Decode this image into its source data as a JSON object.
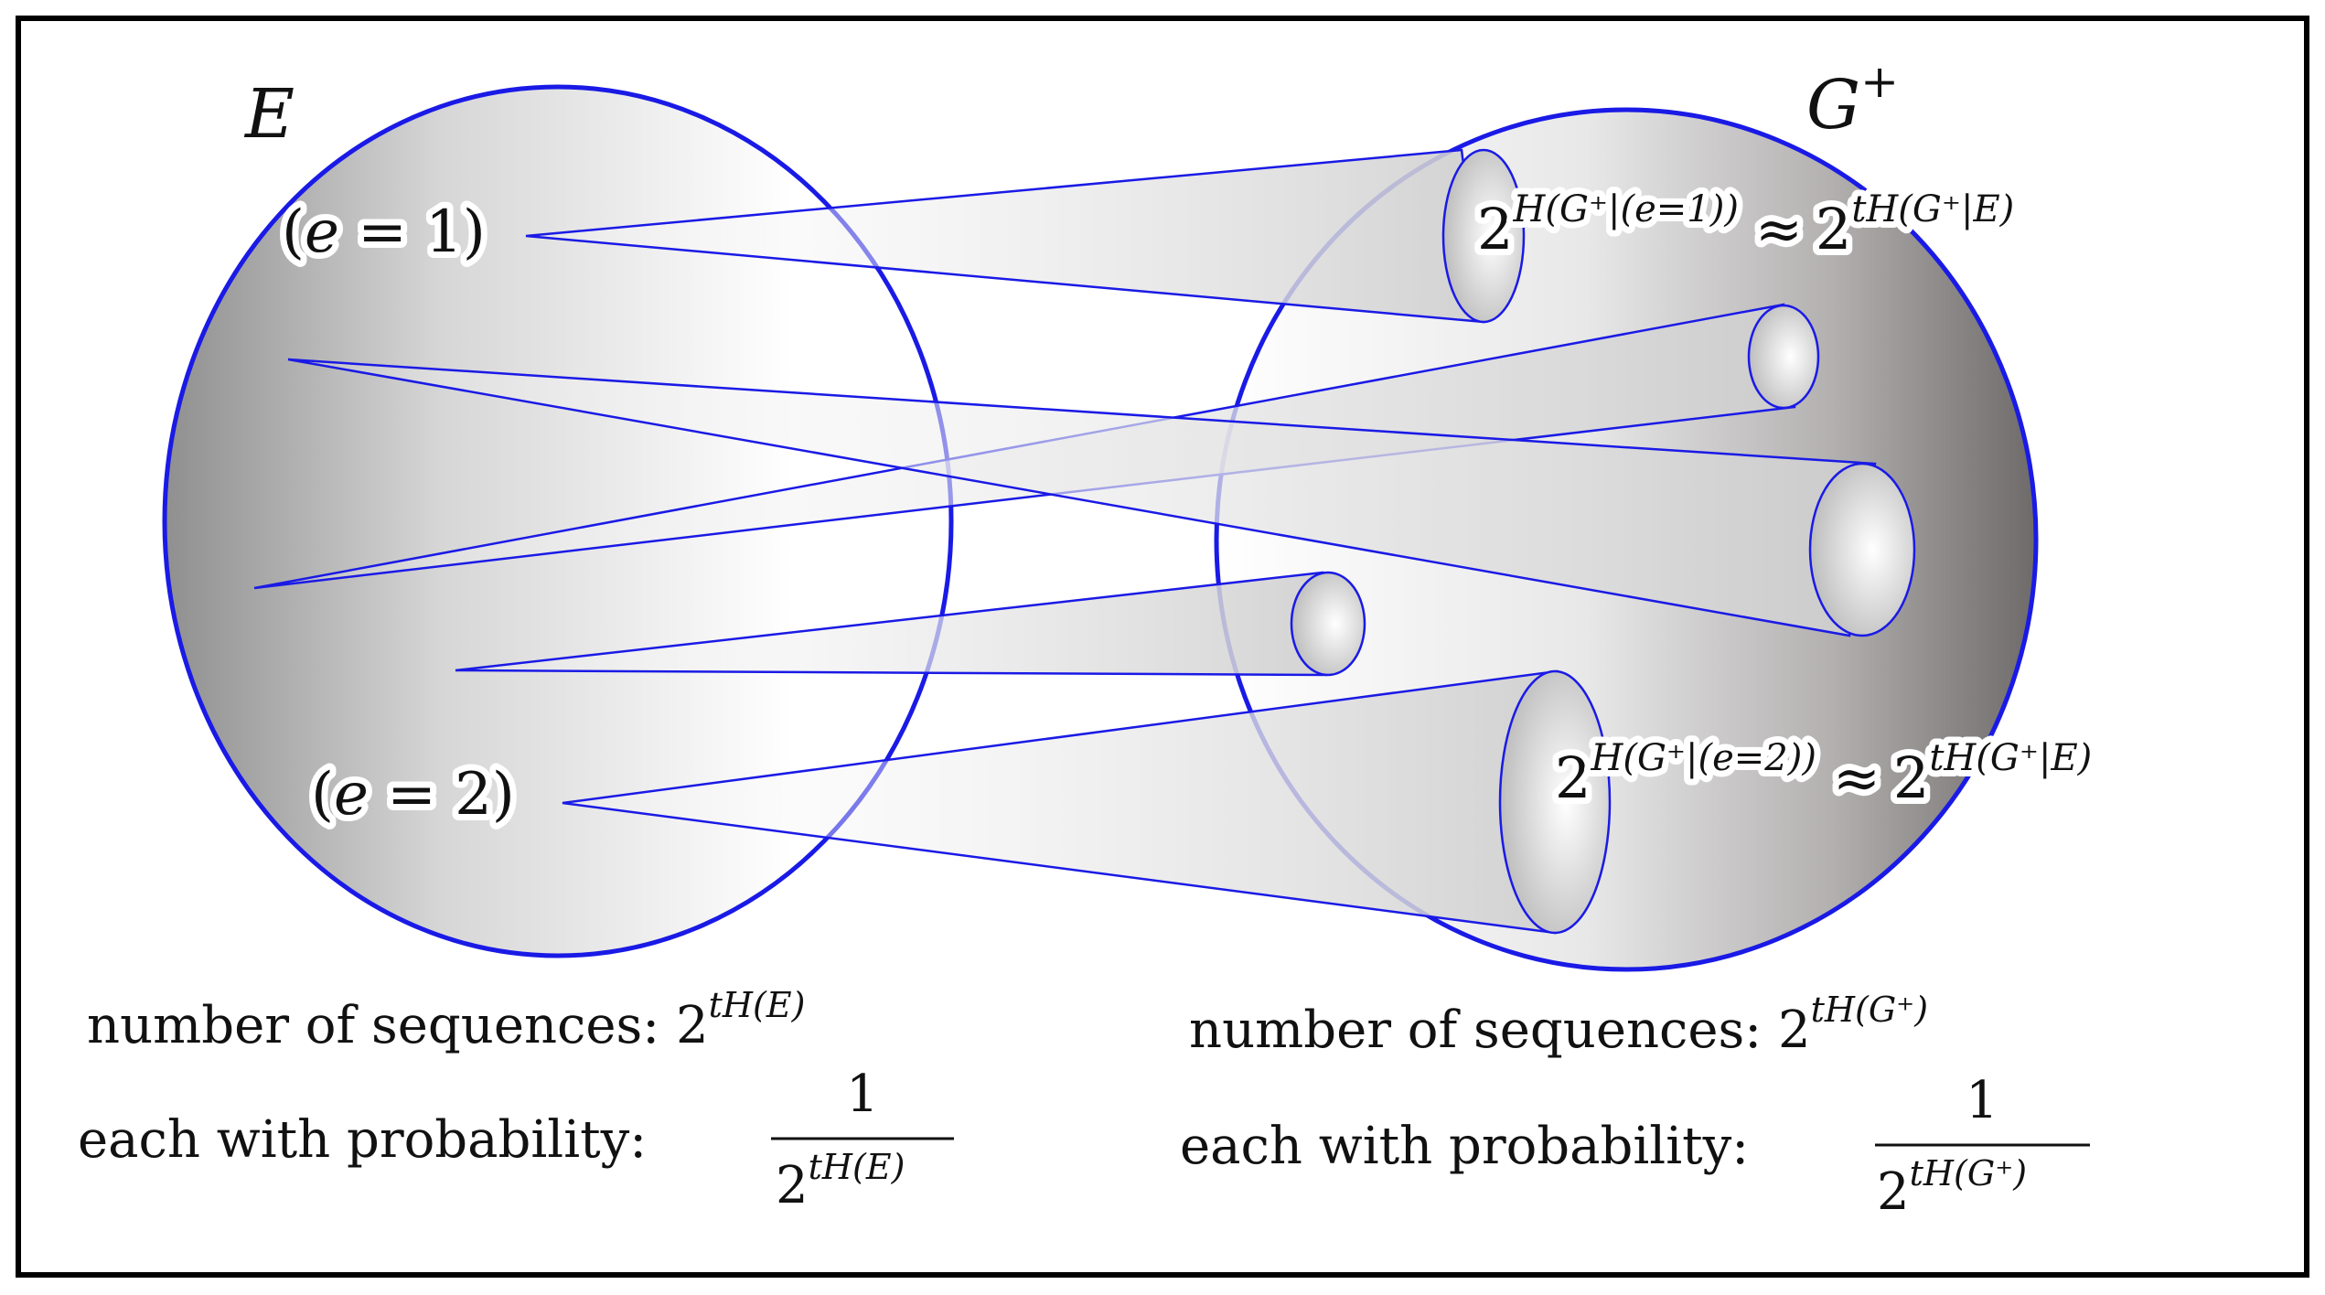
{
  "sets": {
    "left": {
      "name": "E"
    },
    "right": {
      "name": "G",
      "name_sup": "+"
    }
  },
  "points": {
    "e1": {
      "open": "(",
      "var": "e",
      "eq": " = ",
      "val": "1",
      "close": ")"
    },
    "e2": {
      "open": "(",
      "var": "e",
      "eq": " = ",
      "val": "2",
      "close": ")"
    }
  },
  "cone_labels": {
    "top": {
      "base": "2",
      "exp": "H(G⁺|(e=1))",
      "approx": "≈",
      "rhs_base": "2",
      "rhs_exp": "tH(G⁺|E)"
    },
    "bottom": {
      "base": "2",
      "exp": "H(G⁺|(e=2))",
      "approx": "≈",
      "rhs_base": "2",
      "rhs_exp": "tH(G⁺|E)"
    }
  },
  "captions": {
    "left": {
      "count_text": "number of sequences: ",
      "count_base": "2",
      "count_exp": "tH(E)",
      "prob_text": "each with probability: ",
      "prob_num": "1",
      "prob_den_base": "2",
      "prob_den_exp": "tH(E)"
    },
    "right": {
      "count_text": "number of sequences: ",
      "count_base": "2",
      "count_exp": "tH(G⁺)",
      "prob_text": "each with probability: ",
      "prob_num": "1",
      "prob_den_base": "2",
      "prob_den_exp": "tH(G⁺)"
    }
  },
  "colors": {
    "outline": "#1a1ae6",
    "frame": "#000000",
    "shade_dark": "#7d7a7a",
    "shade_light": "#ffffff"
  }
}
